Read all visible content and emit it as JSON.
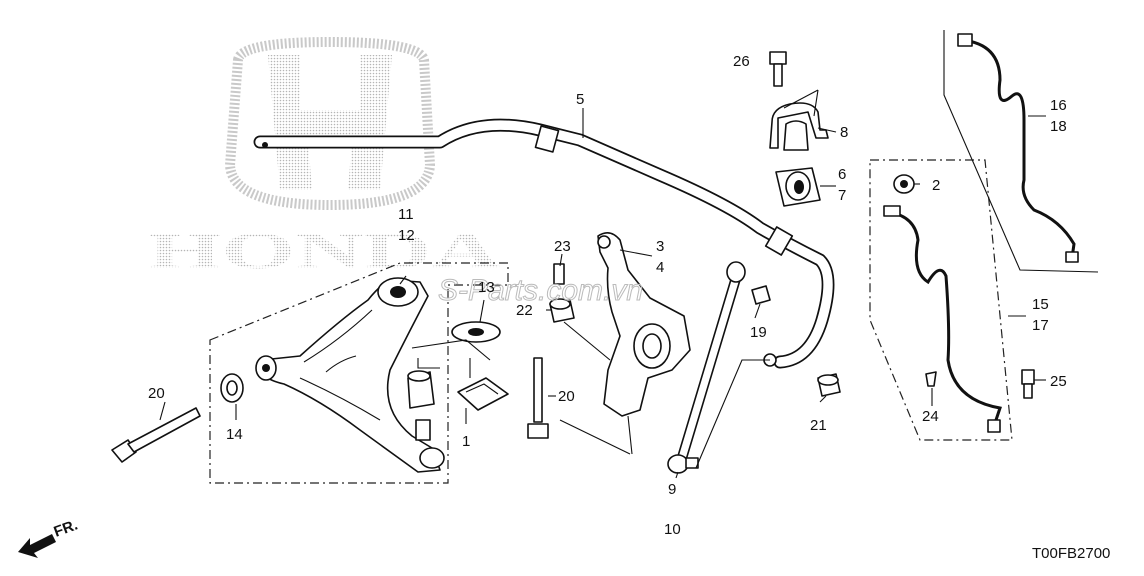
{
  "watermark": {
    "logo_letter": "H",
    "brand_text": "HONDA",
    "site_text": "S-Parts.com.vn"
  },
  "diagram_code": "T00FB2700",
  "front_label": "FR.",
  "callouts": {
    "c1": "1",
    "c2": "2",
    "c3": "3",
    "c4": "4",
    "c5": "5",
    "c6": "6",
    "c7": "7",
    "c8": "8",
    "c9": "9",
    "c10": "10",
    "c11": "11",
    "c12": "12",
    "c13": "13",
    "c14": "14",
    "c15": "15",
    "c16": "16",
    "c17": "17",
    "c18": "18",
    "c19": "19",
    "c20a": "20",
    "c20b": "20",
    "c21": "21",
    "c22": "22",
    "c23": "23",
    "c24": "24",
    "c25": "25",
    "c26": "26"
  }
}
